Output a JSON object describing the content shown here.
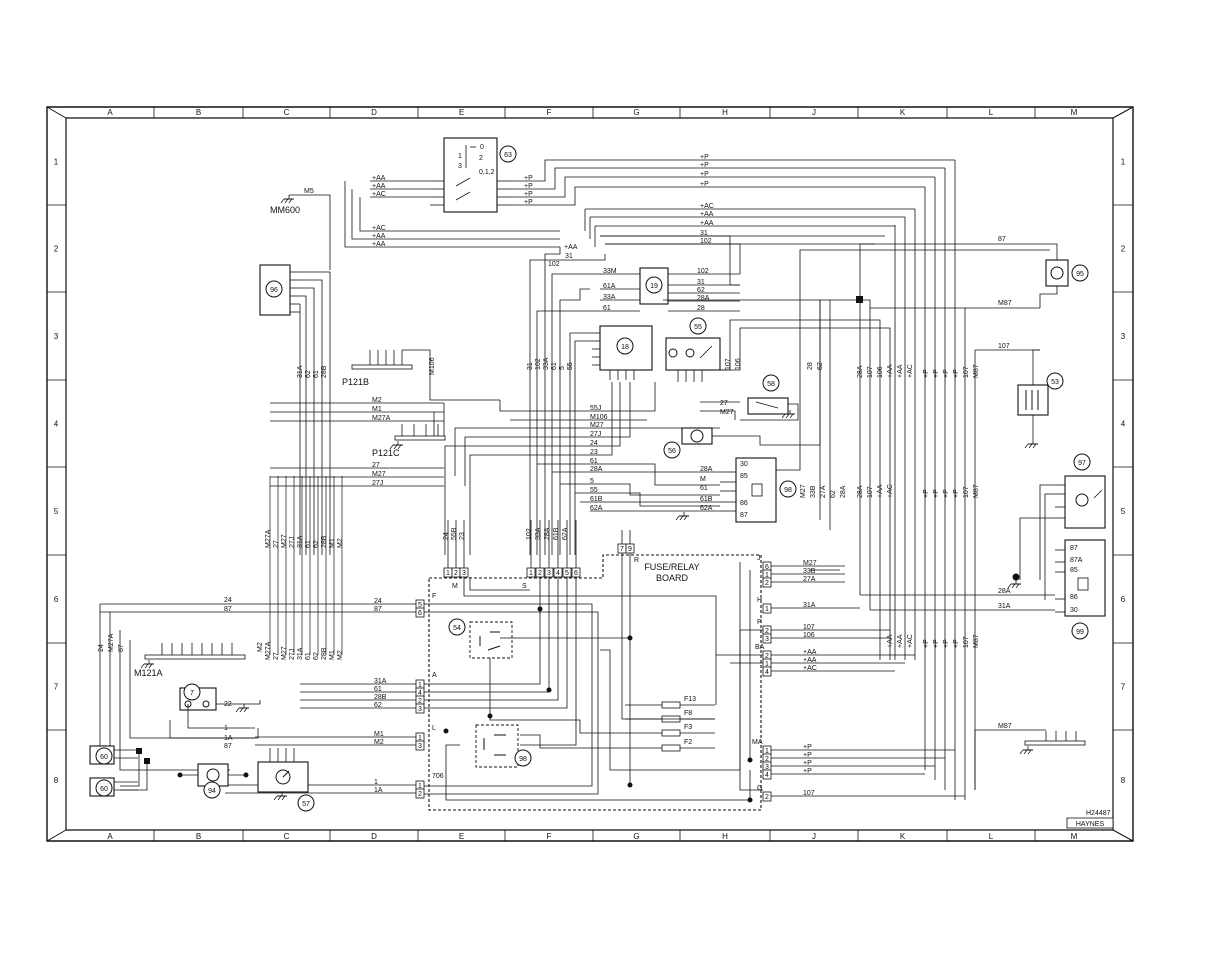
{
  "grid": {
    "columns": [
      "A",
      "B",
      "C",
      "D",
      "E",
      "F",
      "G",
      "H",
      "J",
      "K",
      "L",
      "M"
    ],
    "rows": [
      "1",
      "2",
      "3",
      "4",
      "5",
      "6",
      "7",
      "8"
    ]
  },
  "components": {
    "c63": "63",
    "c96": "96",
    "c19": "19",
    "c18": "18",
    "c55": "55",
    "c58": "58",
    "c56": "56",
    "c98a": "98",
    "c95": "95",
    "c53": "53",
    "c97": "97",
    "c99": "99",
    "c7": "7",
    "c54": "54",
    "c98b": "98",
    "c60a": "60",
    "c60b": "60",
    "c94": "94",
    "c57": "57"
  },
  "connectors": {
    "mm600": "MM600",
    "m5": "M5",
    "p121b": "P121B",
    "p121c": "P121C",
    "m121a": "M121A",
    "m106": "M106"
  },
  "fuse_board": {
    "title_line1": "FUSE/RELAY",
    "title_line2": "BOARD",
    "fuses": [
      "F13",
      "F8",
      "F3",
      "F2"
    ],
    "blocks": {
      "F": "F",
      "A": "A",
      "B": "B",
      "L": "L",
      "M": "M",
      "S": "S",
      "R": "R",
      "J": "J",
      "H": "H",
      "P": "P",
      "BA": "BA",
      "MA": "MA",
      "G": "G",
      "T06": "706"
    }
  },
  "switch63": {
    "pos0": "0",
    "pos1": "1",
    "pos2": "2",
    "pos3": "3",
    "pos012": "0,1,2"
  },
  "relay_pins": {
    "p30": "30",
    "p85": "85",
    "p86": "86",
    "p87": "87",
    "p87a": "87A"
  },
  "wires": {
    "left_plus": [
      "+AA",
      "+AA",
      "+AC"
    ],
    "top_p": [
      "+P",
      "+P",
      "+P",
      "+P"
    ],
    "sw_right": [
      "+P",
      "+P",
      "+P",
      "+P"
    ],
    "mid_band": [
      "+AC",
      "+AA",
      "+AA",
      "31",
      "102"
    ],
    "mid_left": [
      "+AC",
      "+AA",
      "+AA"
    ],
    "aa_c": "+AA",
    "w31": "31",
    "w102": "102",
    "c19_left": [
      "33M",
      "61A",
      "33A",
      "61"
    ],
    "c19_right": [
      "102",
      "31",
      "62",
      "28A",
      "28"
    ],
    "h87": "87",
    "m87": "M87",
    "w107": "107",
    "mid_rows_left": [
      "55J",
      "M106",
      "M27",
      "27J",
      "24",
      "23",
      "61",
      "28A",
      "5",
      "55",
      "61B",
      "62A"
    ],
    "mid_rows_right": [
      "27",
      "M27"
    ],
    "relay98_left": [
      "28A",
      "M",
      "61",
      "61B",
      "62A"
    ],
    "left_rows": [
      "M2",
      "M1",
      "M27A",
      "27",
      "M27",
      "27J"
    ],
    "row24": "24",
    "row87": "87",
    "f_left": [
      "24",
      "87"
    ],
    "a_left": [
      "31A",
      "61",
      "28B",
      "62"
    ],
    "l_left": [
      "M1",
      "M2"
    ],
    "t06_left": [
      "1",
      "1A"
    ],
    "c7_22": "22",
    "c7_1": "1",
    "c7_1a": "1A",
    "c7_87": "87",
    "r_right": [
      "M27",
      "33B",
      "27A"
    ],
    "h_right": "31A",
    "p_right": [
      "107",
      "106"
    ],
    "ba_right": [
      "+AA",
      "+AA",
      "+AC"
    ],
    "ma_right": [
      "+P",
      "+P",
      "+P",
      "+P"
    ],
    "g_right": "107",
    "w28a": "28A",
    "w31a": "31A",
    "vert_left": [
      "31A",
      "62",
      "61",
      "28B"
    ],
    "vert_c": [
      "M27A",
      "27",
      "M27",
      "27J",
      "31A",
      "61",
      "62",
      "28B",
      "M1",
      "M2"
    ],
    "vert_e": [
      "24",
      "55B",
      "23"
    ],
    "vert_f": [
      "102",
      "31",
      "33A",
      "28A",
      "61",
      "5",
      "55"
    ],
    "vert_f2": [
      "102",
      "33A",
      "28A",
      "61B",
      "62A"
    ],
    "vert_top_f": [
      "31",
      "102",
      "33A",
      "61",
      "5",
      "55"
    ],
    "vert_g": [
      "7",
      "9"
    ],
    "vert_j_top": [
      "28",
      "62"
    ],
    "vert_j": [
      "M27",
      "33B",
      "27A",
      "62",
      "28A"
    ],
    "vert_k": [
      "28A",
      "107",
      "106",
      "+AA",
      "+AA",
      "+AC"
    ],
    "vert_kl": [
      "+P",
      "+P",
      "+P",
      "+P",
      "107",
      "M87"
    ],
    "vert_k_mid": [
      "28A",
      "107",
      "+AA",
      "+AC"
    ],
    "vert_kl_mid": [
      "+P",
      "+P",
      "+P",
      "+P",
      "107",
      "M87"
    ],
    "vert_k_low": [
      "+AA",
      "+AA",
      "+AC"
    ],
    "vert_kl_low": [
      "+P",
      "+P",
      "+P",
      "+P",
      "107",
      "M87"
    ],
    "vert_a_low": [
      "24",
      "M27A",
      "87"
    ],
    "vert_m121": [
      "M2"
    ],
    "vert_c_low": [
      "M27A",
      "27",
      "M27",
      "27J",
      "31A",
      "61",
      "62",
      "28B",
      "M1",
      "M2"
    ],
    "m106_label": "M106",
    "c55_107": "107",
    "c55_106": "106",
    "m87_bottom": "M87"
  },
  "footer": {
    "code": "H24487",
    "brand": "HAYNES"
  }
}
